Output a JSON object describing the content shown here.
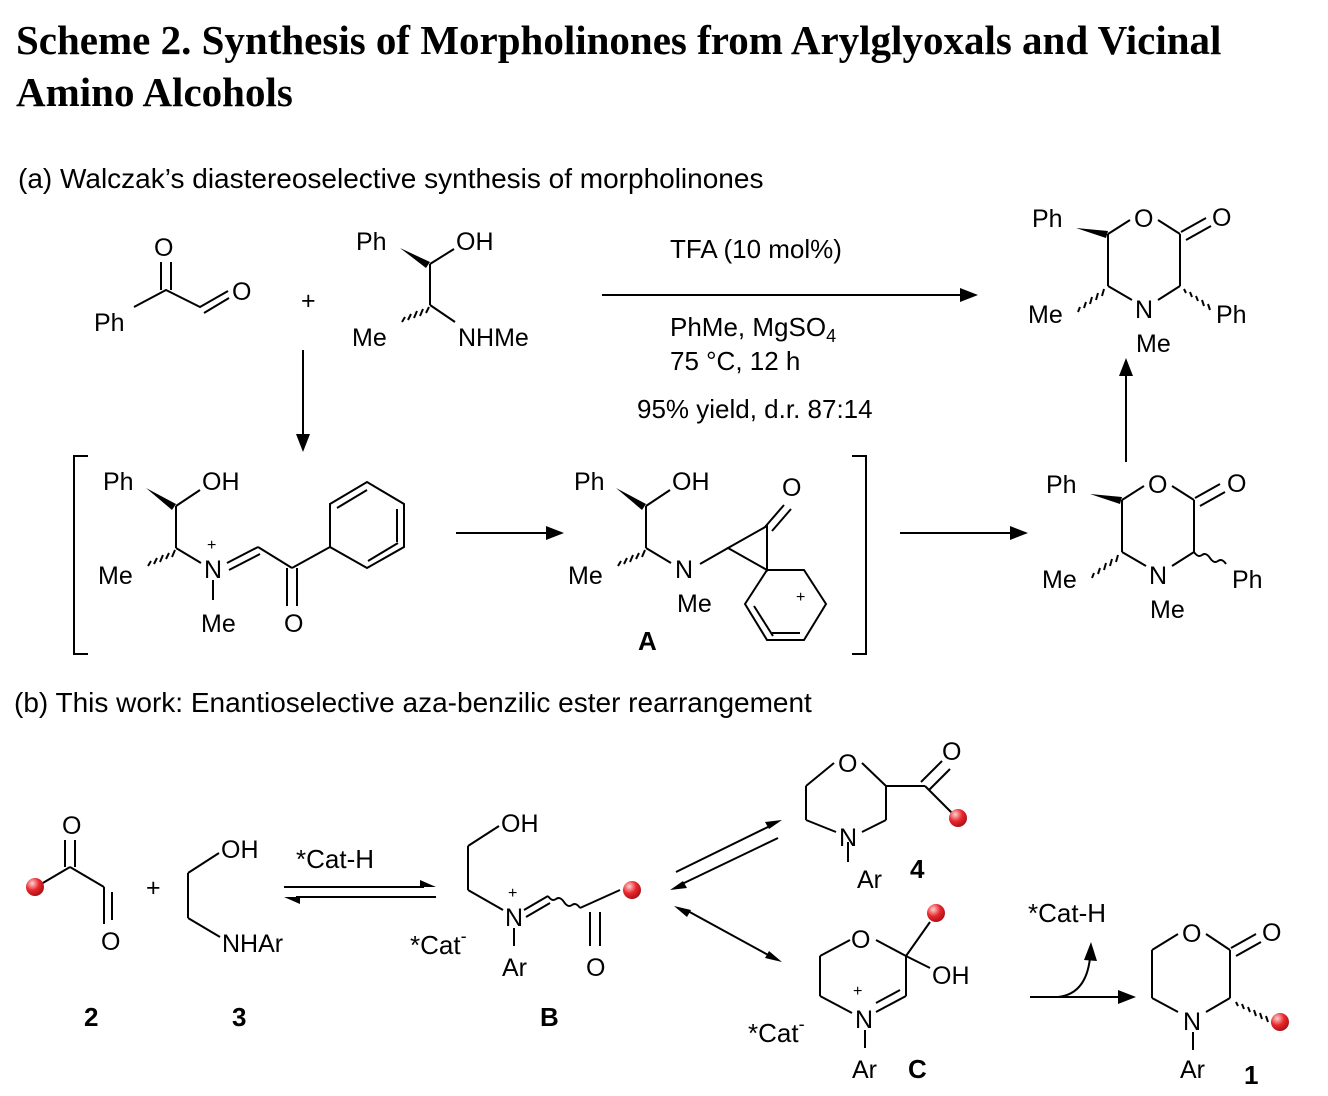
{
  "title": "Scheme 2. Synthesis of Morpholinones from Arylglyoxals and Vicinal Amino Alcohols",
  "part_a": {
    "caption": "(a) Walczak’s diastereoselective synthesis of morpholinones",
    "plus": "+",
    "conditions": {
      "reagent": "TFA (10 mol%)",
      "solvent": "PhMe, MgSO",
      "solvent_sub": "4",
      "temp_time": "75 °C, 12 h",
      "result": "95% yield, d.r. 87:14"
    },
    "intermediate_label": "A"
  },
  "part_b": {
    "caption": "(b) This work: Enantioselective aza-benzilic ester rearrangement",
    "plus": "+",
    "catalyst": "*Cat-H",
    "counterion": "*Cat",
    "counterion_charge": "-",
    "compound_labels": {
      "glyoxal": "2",
      "amino_alcohol": "3",
      "iminium": "B",
      "oxazolidine": "4",
      "cyclic": "C",
      "product": "1"
    }
  },
  "atoms": {
    "O": "O",
    "OH": "OH",
    "Ph": "Ph",
    "Me": "Me",
    "N": "N",
    "NHMe": "NHMe",
    "NHAr": "NHAr",
    "Ar": "Ar",
    "plus_charge": "+"
  },
  "colors": {
    "substituent_ball": "#e8282d",
    "text": "#000000"
  }
}
